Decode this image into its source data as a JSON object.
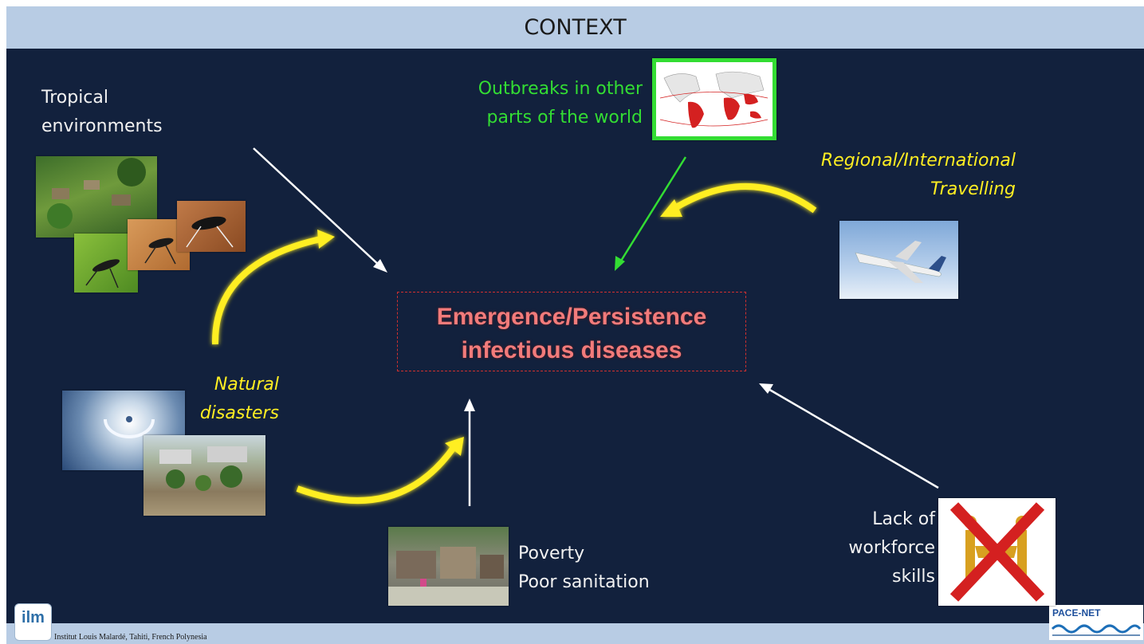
{
  "header": {
    "title": "CONTEXT"
  },
  "central": {
    "text": "Emergence/Persistence\ninfectious diseases"
  },
  "labels": {
    "tropical": "Tropical\nenvironments",
    "outbreaks": "Outbreaks in other\nparts of the world",
    "travelling": "Regional/International\nTravelling",
    "natural": "Natural\ndisasters",
    "poverty": "Poverty\nPoor sanitation",
    "workforce": "Lack of\nworkforce\nskills"
  },
  "footer": {
    "institution": "Institut Louis Malardé, Tahiti, French Polynesia"
  },
  "logos": {
    "ilm": "ilm",
    "pacenet": "PACE-NET"
  },
  "colors": {
    "header_band": "#b8cce4",
    "slide_background": "#12213d",
    "central_text": "#f27b7b",
    "highlight_yellow": "#ffee22",
    "outbreak_green": "#33dd33",
    "arrow_white": "#ffffff"
  }
}
